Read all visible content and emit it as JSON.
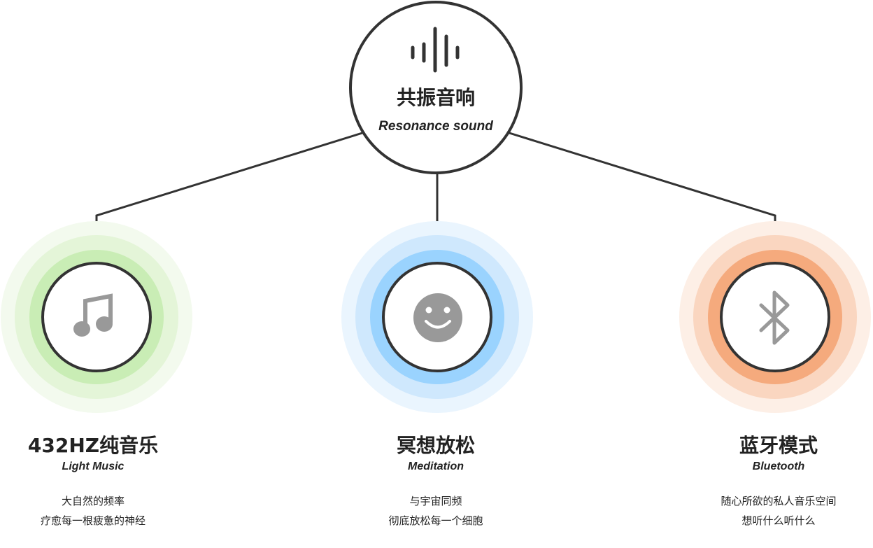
{
  "center": {
    "title": "共振音响",
    "subtitle": "Resonance sound",
    "icon": "sound-wave-icon"
  },
  "features": [
    {
      "title": "432HZ纯音乐",
      "subtitle": "Light Music",
      "lines": [
        "大自然的频率",
        "疗愈每一根疲惫的神经"
      ],
      "icon": "music-note-icon",
      "colors": [
        "#f3faee",
        "#e4f5d8",
        "#c9edb5"
      ]
    },
    {
      "title": "冥想放松",
      "subtitle": "Meditation",
      "lines": [
        "与宇宙同频",
        "彻底放松每一个细胞"
      ],
      "icon": "smiley-icon",
      "colors": [
        "#eaf5fe",
        "#cfe8fd",
        "#9ad3fe"
      ]
    },
    {
      "title": "蓝牙模式",
      "subtitle": "Bluetooth",
      "lines": [
        "随心所欲的私人音乐空间",
        "想听什么听什么"
      ],
      "icon": "bluetooth-icon",
      "colors": [
        "#fdefe6",
        "#fad6c0",
        "#f5aa7d"
      ]
    }
  ]
}
